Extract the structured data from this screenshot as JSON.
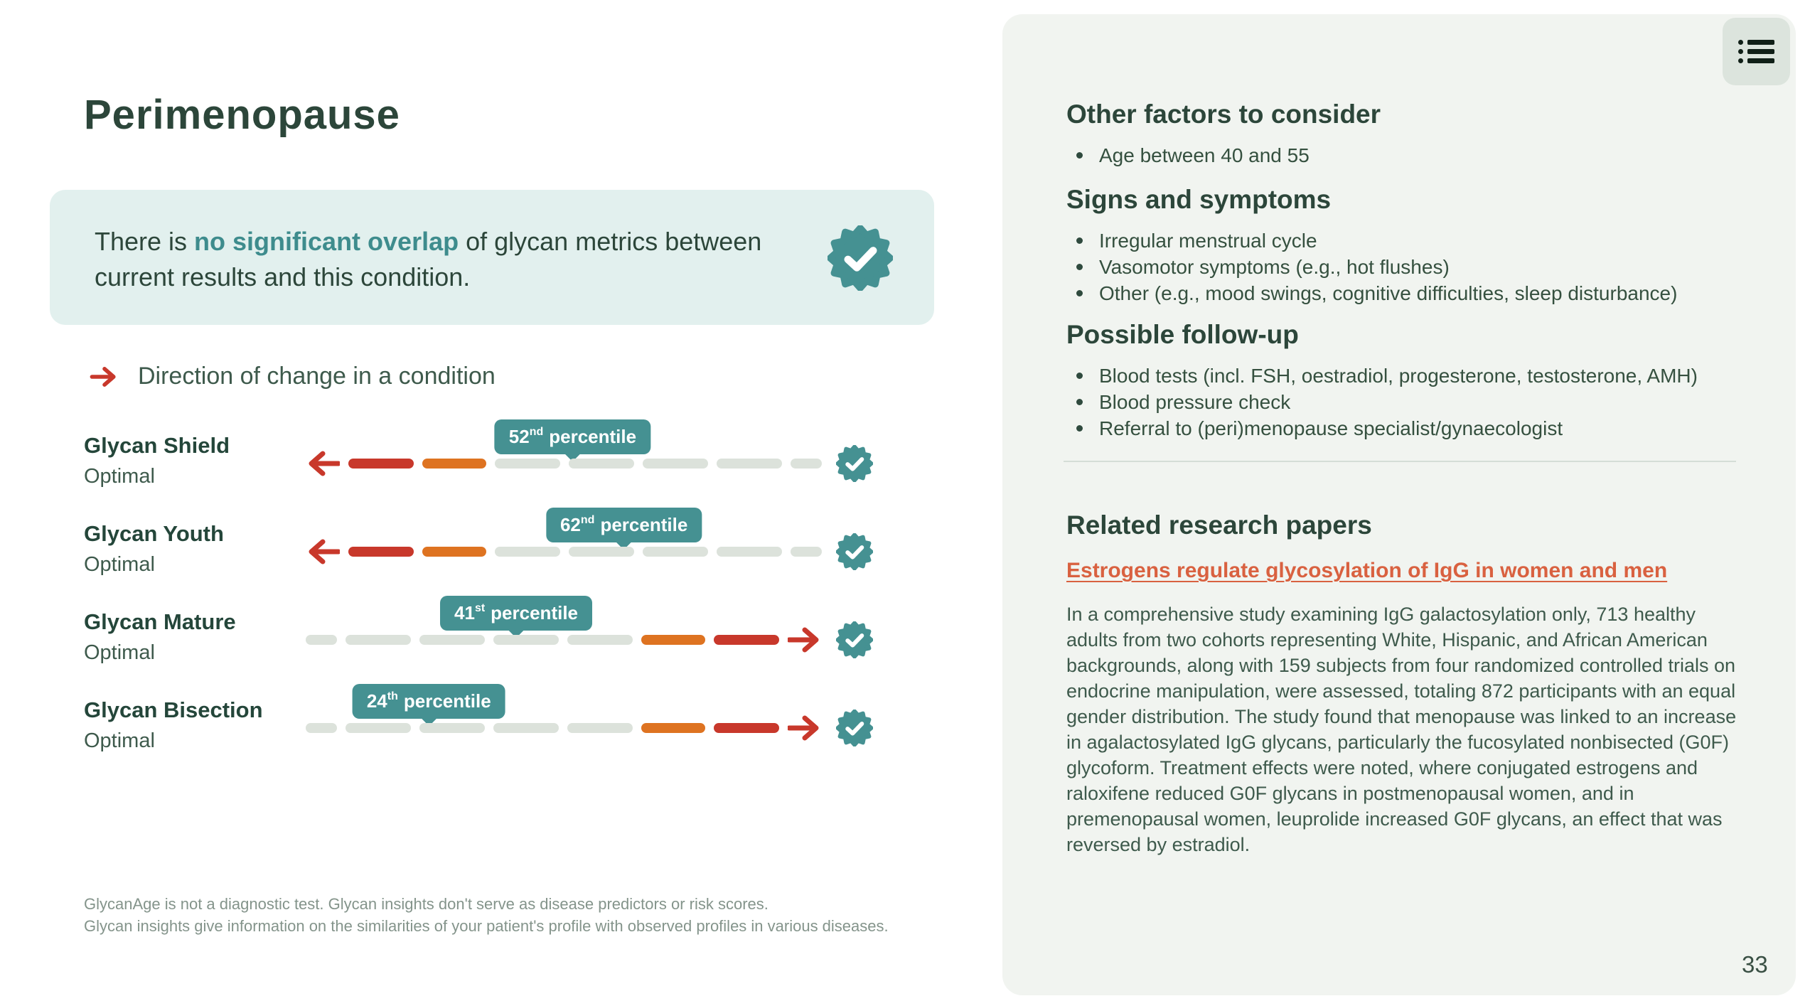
{
  "page": {
    "title": "Perimenopause",
    "page_number": "33"
  },
  "banner": {
    "text_prefix": "There is ",
    "highlight": "no significant overlap",
    "text_suffix": " of glycan metrics between current results and this condition.",
    "badge_icon": "check-seal-icon"
  },
  "legend": {
    "label": "Direction of change in a condition",
    "arrow_icon": "arrow-right-icon"
  },
  "labels": {
    "percentile_word": "percentile"
  },
  "metrics": [
    {
      "name": "Glycan Shield",
      "status": "Optimal",
      "percentile": 52,
      "ordinal": "nd",
      "direction": "decrease",
      "segments": [
        "arrow-left",
        "red",
        "orange",
        "gray",
        "gray",
        "gray",
        "gray",
        "gray-short"
      ]
    },
    {
      "name": "Glycan Youth",
      "status": "Optimal",
      "percentile": 62,
      "ordinal": "nd",
      "direction": "decrease",
      "segments": [
        "arrow-left",
        "red",
        "orange",
        "gray",
        "gray",
        "gray",
        "gray",
        "gray-short"
      ]
    },
    {
      "name": "Glycan Mature",
      "status": "Optimal",
      "percentile": 41,
      "ordinal": "st",
      "direction": "increase",
      "segments": [
        "gray-short",
        "gray",
        "gray",
        "gray",
        "gray",
        "orange",
        "red",
        "arrow-right"
      ]
    },
    {
      "name": "Glycan Bisection",
      "status": "Optimal",
      "percentile": 24,
      "ordinal": "th",
      "direction": "increase",
      "segments": [
        "gray-short",
        "gray",
        "gray",
        "gray",
        "gray",
        "orange",
        "red",
        "arrow-right"
      ]
    }
  ],
  "disclaimer": [
    "GlycanAge is not a diagnostic test. Glycan insights don't serve as disease predictors or risk scores.",
    "Glycan insights give information on the similarities of your patient's profile with observed profiles in various diseases."
  ],
  "sidebar": {
    "sections": [
      {
        "heading": "Other factors to consider",
        "items": [
          "Age between 40 and 55"
        ]
      },
      {
        "heading": "Signs and symptoms",
        "items": [
          "Irregular menstrual cycle",
          "Vasomotor symptoms (e.g., hot flushes)",
          "Other (e.g., mood swings, cognitive difficulties, sleep disturbance)"
        ]
      },
      {
        "heading": "Possible follow-up",
        "items": [
          "Blood tests (incl. FSH, oestradiol, progesterone, testosterone, AMH)",
          "Blood pressure check",
          "Referral to (peri)menopause specialist/gynaecologist"
        ]
      }
    ],
    "research": {
      "heading": "Related research papers",
      "link_text": "Estrogens regulate glycosylation of IgG in women and men",
      "body": "In a comprehensive study examining IgG galactosylation only, 713 healthy adults from two cohorts representing White, Hispanic, and African American backgrounds, along with 159 subjects from four randomized controlled trials on endocrine manipulation, were assessed, totaling 872 participants with an equal gender distribution. The study found that menopause was linked to an increase in agalactosylated IgG glycans, particularly the fucosylated nonbisected (G0F) glycoform. Treatment effects were noted, where conjugated estrogens and raloxifene reduced G0F glycans in postmenopausal women, and in premenopausal women, leuprolide increased G0F glycans, an effect that was reversed by estradiol."
    }
  },
  "colors": {
    "heading_green": "#2C463A",
    "body_green": "#3E5A4C",
    "teal_accent": "#459192",
    "banner_bg": "#E2F0EE",
    "panel_bg": "#F1F4F0",
    "red": "#C8382B",
    "orange": "#DE7321",
    "track_gray": "#DCE2DB",
    "link_orange": "#D96140"
  }
}
